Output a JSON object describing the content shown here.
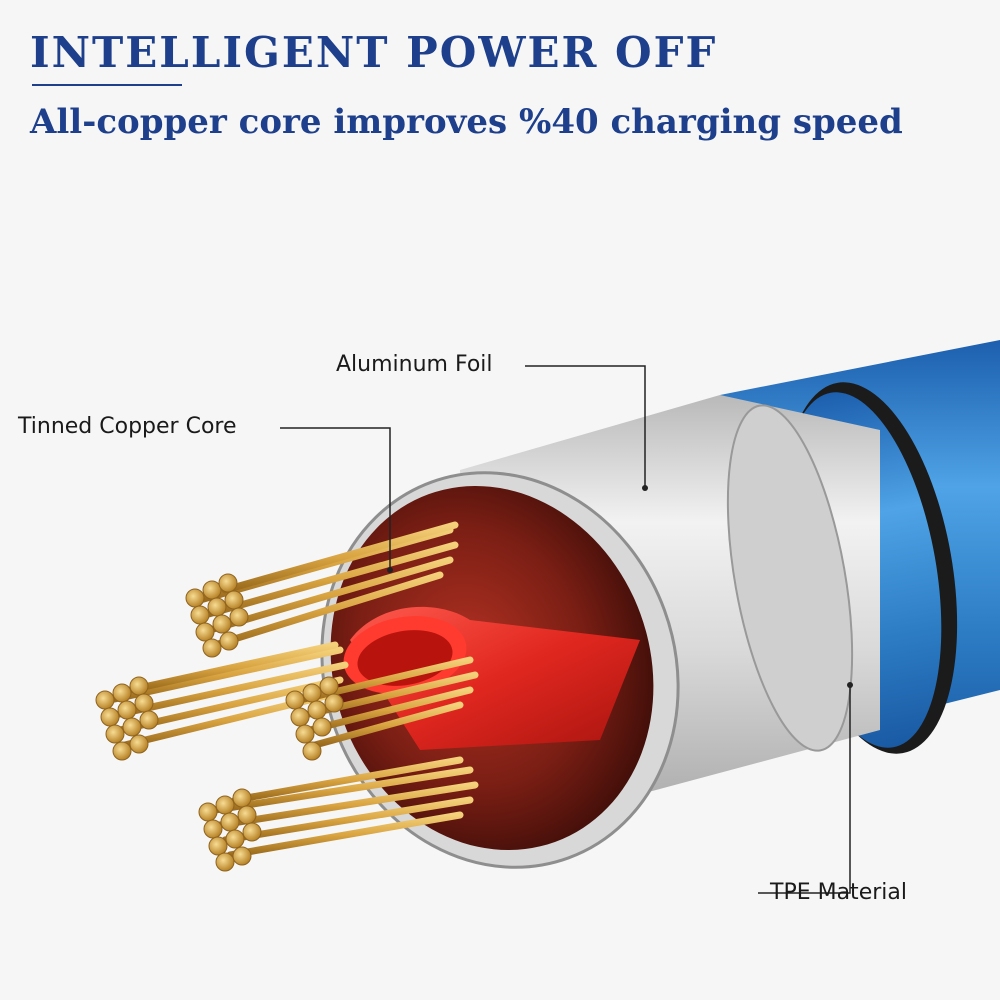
{
  "header": {
    "title": "INTELLIGENT POWER OFF",
    "subtitle": "All-copper core improves %40 charging speed"
  },
  "labels": {
    "aluminum_foil": "Aluminum Foil",
    "copper_core": "Tinned Copper Core",
    "tpe_material": "TPE Material"
  },
  "colors": {
    "title_blue": "#1d3f8c",
    "jacket_blue": "#2f7fc6",
    "copper": "#d9a441",
    "inner_red": "#e0271f"
  }
}
